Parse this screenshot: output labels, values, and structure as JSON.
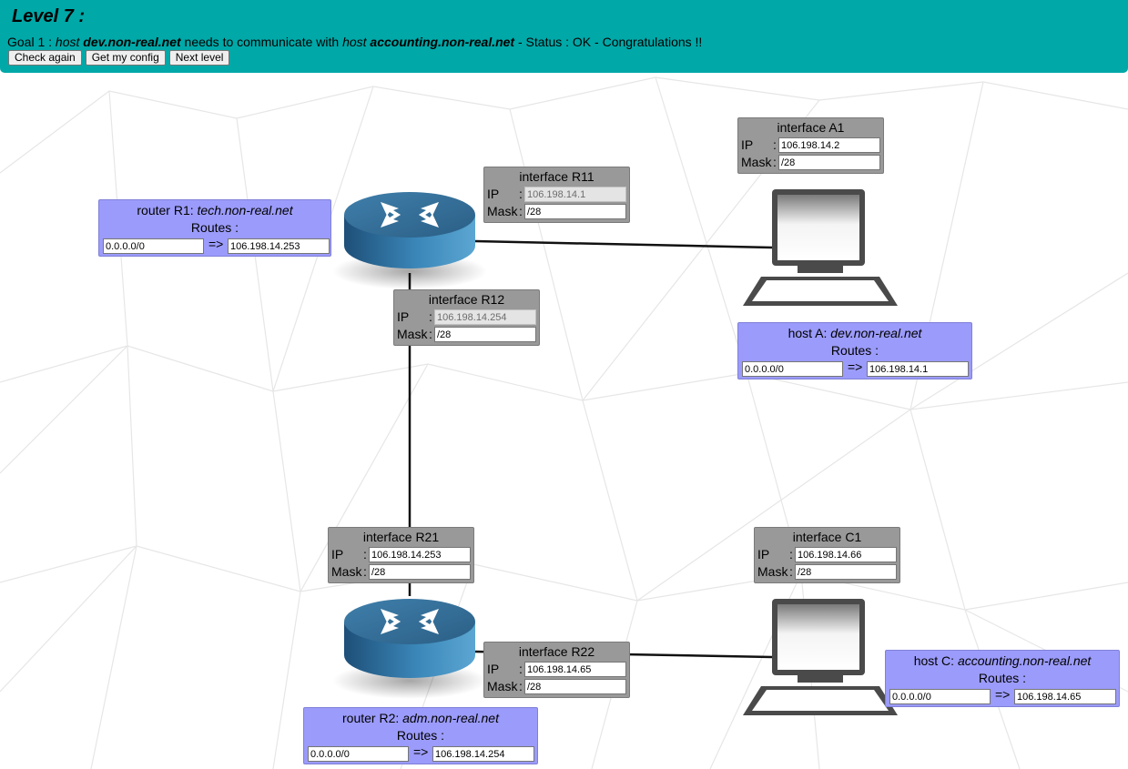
{
  "header": {
    "title": "Level 7 :",
    "goal": {
      "prefix": "Goal 1 :",
      "word_host1": "host",
      "host1": "dev.non-real.net",
      "middle": "needs to communicate with",
      "word_host2": "host",
      "host2": "accounting.non-real.net",
      "status": "- Status : OK - Congratulations !!"
    },
    "buttons": {
      "check": "Check again",
      "config": "Get my config",
      "next": "Next level"
    }
  },
  "labels": {
    "ip": "IP",
    "mask": "Mask",
    "colon": ":",
    "routes": "Routes :",
    "arrow": "=>"
  },
  "interfaces": {
    "R11": {
      "title": "interface R11",
      "ip": "106.198.14.1",
      "mask": "/28"
    },
    "R12": {
      "title": "interface R12",
      "ip": "106.198.14.254",
      "mask": "/28"
    },
    "A1": {
      "title": "interface A1",
      "ip": "106.198.14.2",
      "mask": "/28"
    },
    "R21": {
      "title": "interface R21",
      "ip": "106.198.14.253",
      "mask": "/28"
    },
    "R22": {
      "title": "interface R22",
      "ip": "106.198.14.65",
      "mask": "/28"
    },
    "C1": {
      "title": "interface C1",
      "ip": "106.198.14.66",
      "mask": "/28"
    }
  },
  "nodes": {
    "R1": {
      "label": "router R1:",
      "name": "tech.non-real.net",
      "route_dest": "0.0.0.0/0",
      "route_gw": "106.198.14.253"
    },
    "A": {
      "label": "host A:",
      "name": "dev.non-real.net",
      "route_dest": "0.0.0.0/0",
      "route_gw": "106.198.14.1"
    },
    "R2": {
      "label": "router R2:",
      "name": "adm.non-real.net",
      "route_dest": "0.0.0.0/0",
      "route_gw": "106.198.14.254"
    },
    "C": {
      "label": "host C:",
      "name": "accounting.non-real.net",
      "route_dest": "0.0.0.0/0",
      "route_gw": "106.198.14.65"
    }
  },
  "colors": {
    "header": "#00a8a8",
    "interface_box": "#999999",
    "node_box": "#9b9bfb",
    "router": "#2f6a93"
  }
}
